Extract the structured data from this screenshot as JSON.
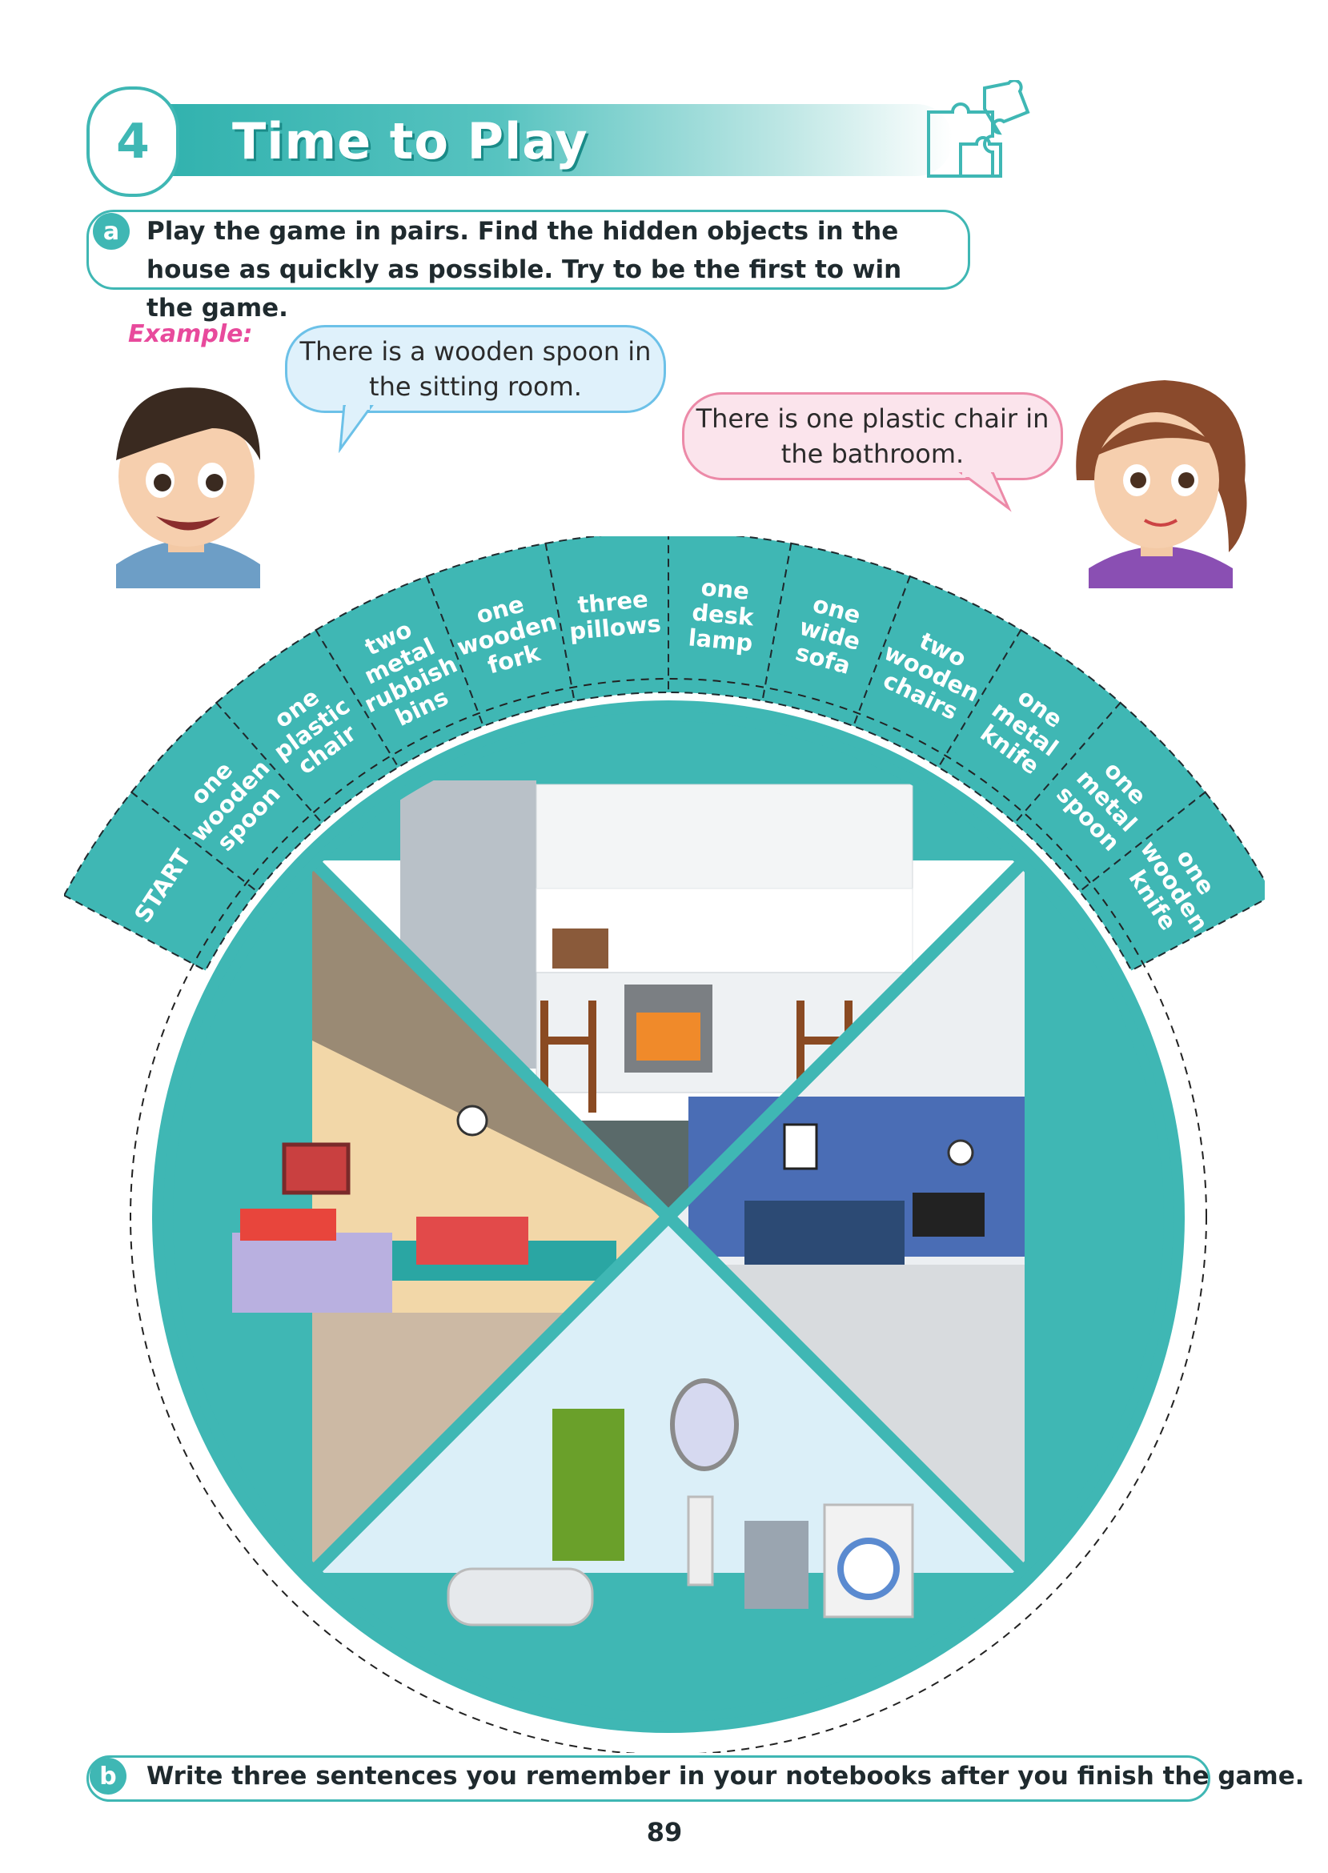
{
  "header": {
    "number": "4",
    "title": "Time to Play"
  },
  "instruction_a": {
    "letter": "a",
    "text": "Play the game in pairs. Find the hidden objects in the house as quickly as possible. Try to be the first to win the game."
  },
  "example": {
    "label": "Example:"
  },
  "bubbles": {
    "boy": "There is a wooden spoon in the sitting room.",
    "girl": "There is one plastic chair in the bathroom."
  },
  "spaces": [
    [
      "START"
    ],
    [
      "one",
      "wooden",
      "spoon"
    ],
    [
      "one",
      "plastic",
      "chair"
    ],
    [
      "two",
      "metal",
      "rubbish",
      "bins"
    ],
    [
      "one",
      "wooden",
      "fork"
    ],
    [
      "three",
      "pillows"
    ],
    [
      "one",
      "desk",
      "lamp"
    ],
    [
      "one",
      "wide",
      "sofa"
    ],
    [
      "two",
      "wooden",
      "chairs"
    ],
    [
      "one",
      "metal",
      "knife"
    ],
    [
      "one",
      "metal",
      "spoon"
    ],
    [
      "one",
      "wooden",
      "knife"
    ]
  ],
  "instruction_b": {
    "letter": "b",
    "text": "Write three sentences you remember in your notebooks after you finish the game."
  },
  "page_number": "89",
  "colors": {
    "teal": "#3fb7b4",
    "teal_dark": "#2a9c99",
    "pink": "#e84a9c"
  }
}
